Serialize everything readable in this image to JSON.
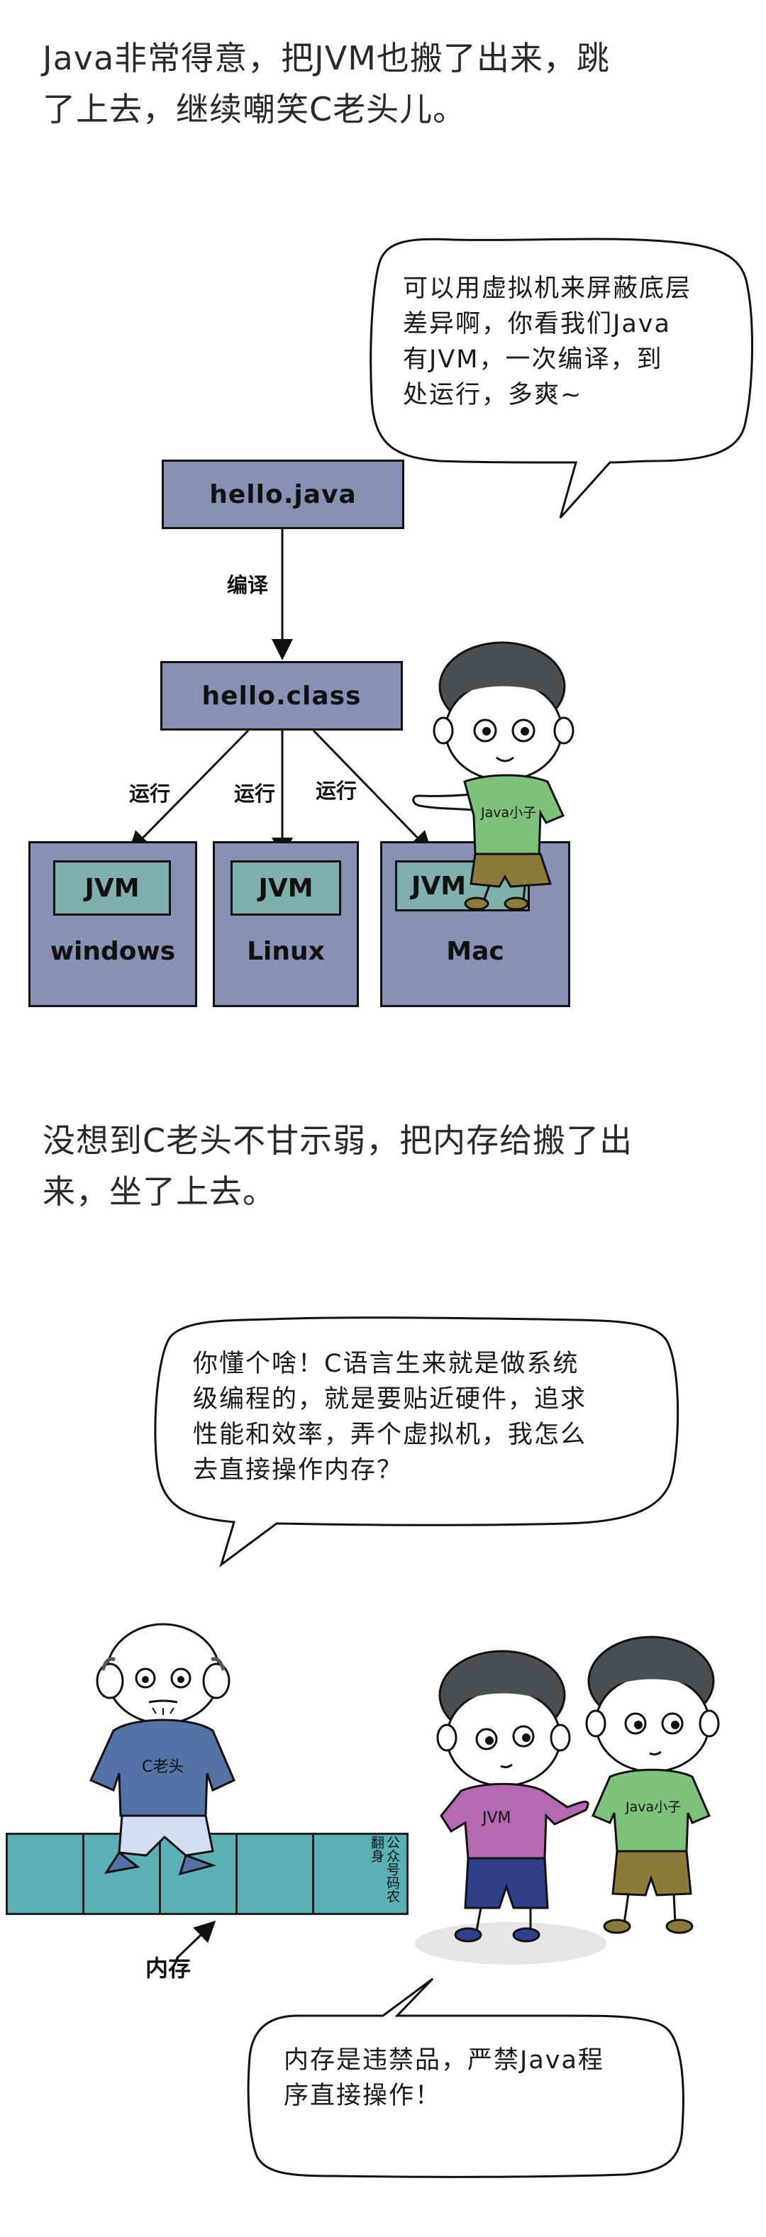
{
  "text1": {
    "line1": "Java非常得意，把JVM也搬了出来，跳",
    "line2": "了上去，继续嘲笑C老头儿。"
  },
  "bubble1": {
    "lines": [
      "可以用虚拟机来屏蔽底层",
      "差异啊，你看我们Java",
      "有JVM，一次编译，到",
      "处运行，多爽~"
    ]
  },
  "diagram": {
    "source": "hello.java",
    "compile_label": "编译",
    "class_file": "hello.class",
    "run_label": "运行",
    "jvm_label": "JVM",
    "platforms": [
      "windows",
      "Linux",
      "Mac"
    ]
  },
  "java_kid_shirt": "Java小子",
  "text2": {
    "line1": "没想到C老头不甘示弱，把内存给搬了出",
    "line2": "来，坐了上去。"
  },
  "bubble2": {
    "lines": [
      "你懂个啥！C语言生来就是做系统",
      "级编程的，就是要贴近硬件，追求",
      "性能和效率，弄个虚拟机，我怎么",
      "去直接操作内存？"
    ]
  },
  "old_man_shirt": "C老头",
  "memory_label": "内存",
  "watermark": "公众号码农翻身",
  "jvm_kid_shirt": "JVM",
  "java_kid2_shirt": "Java小子",
  "bubble3": {
    "lines": [
      "内存是违禁品，严禁Java程",
      "序直接操作！"
    ]
  }
}
